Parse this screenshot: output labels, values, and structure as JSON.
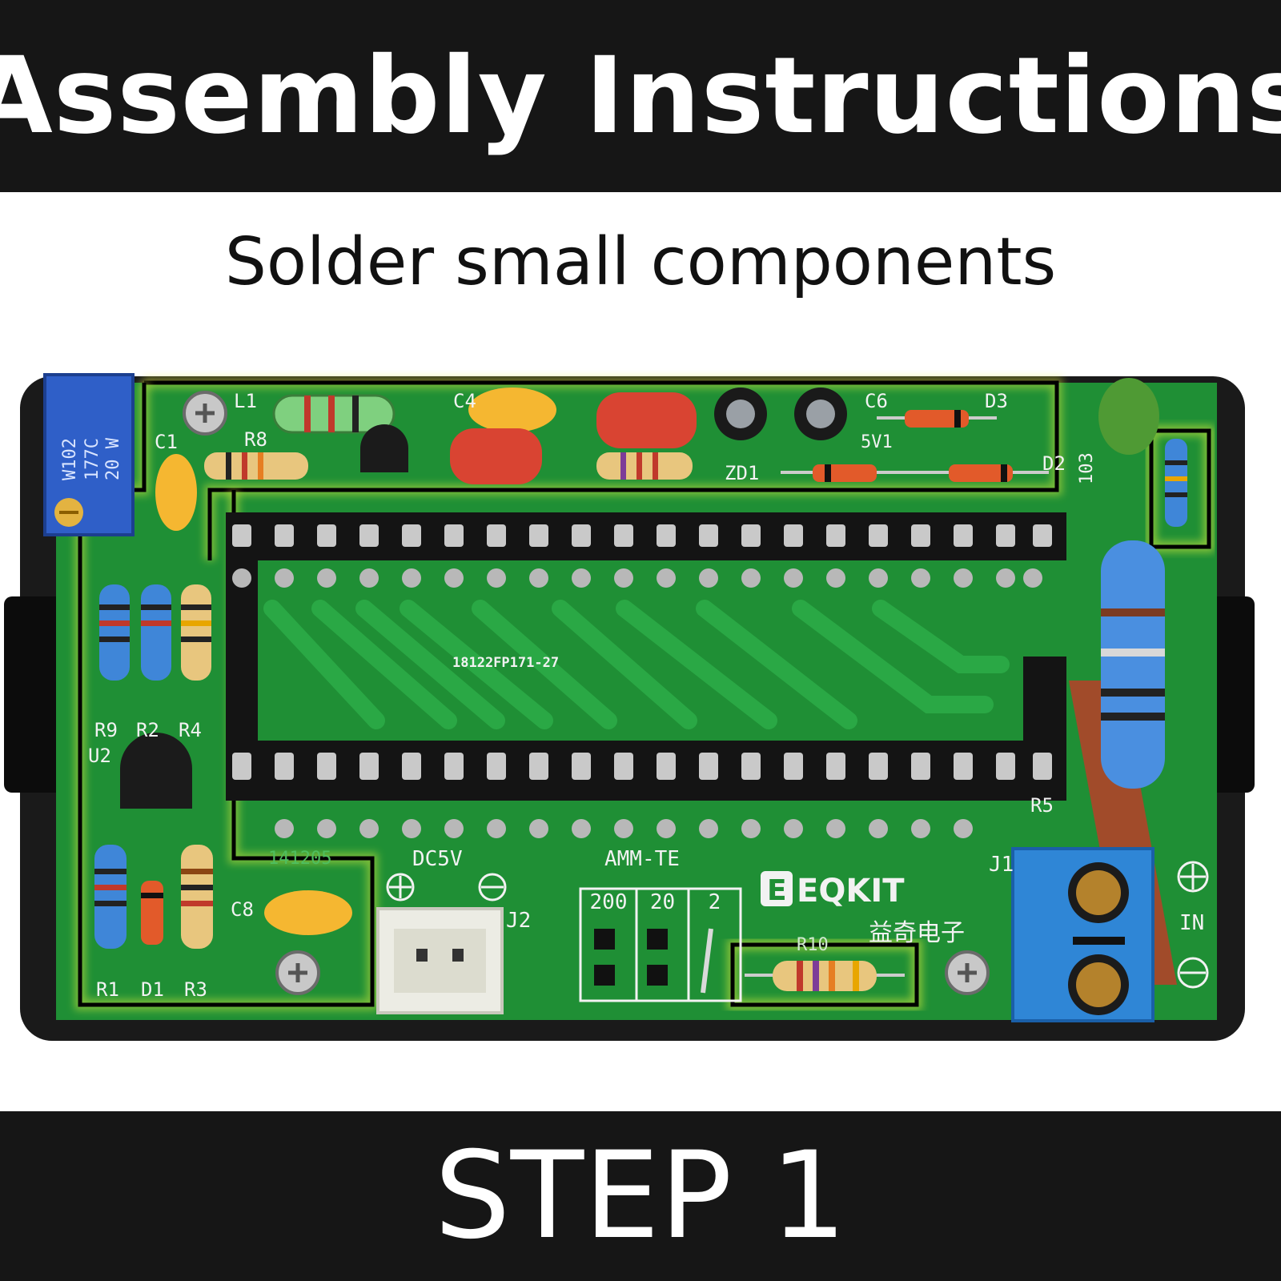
{
  "header": {
    "title": "Assembly Instructions"
  },
  "subtitle": "Solder small components",
  "footer": {
    "step_label": "STEP 1"
  },
  "board": {
    "part_number": "18122FP171-27",
    "model": "AMM-TE",
    "date_code": "141205",
    "brand": "EQKIT",
    "brand_cn": "益奇电子",
    "power_label": "DC5V",
    "connector_j2": "J2",
    "connector_j1": "J1",
    "input_label": "IN",
    "range_labels": [
      "200",
      "20",
      "2"
    ],
    "trimmer_code_1": "W102",
    "trimmer_code_2": "177C",
    "trimmer_code_3": "20 W",
    "cap_code": "103",
    "zener_label": "5V1",
    "component_labels": [
      "R1",
      "D1",
      "R3",
      "R9",
      "R2",
      "R4",
      "U2",
      "C8",
      "C1",
      "R8",
      "L1",
      "C4",
      "C6",
      "D3",
      "D2",
      "ZD1",
      "R5",
      "R10"
    ]
  },
  "colors": {
    "banner_bg": "#161616",
    "banner_text": "#ffffff",
    "pcb_green": "#1f8f35",
    "highlight": "#e8f23c",
    "terminal_blue": "#2f86d6"
  }
}
